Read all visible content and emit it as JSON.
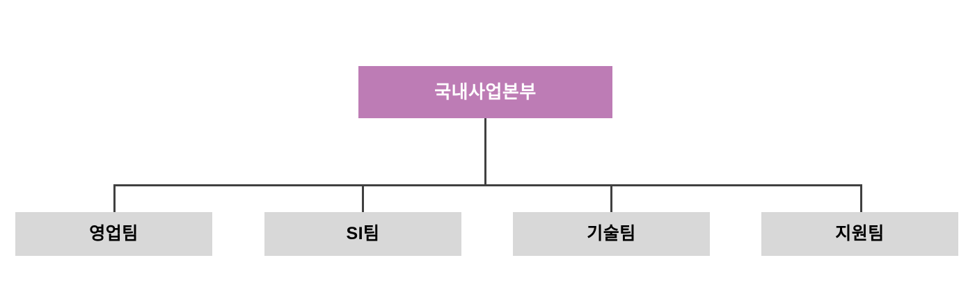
{
  "chart": {
    "type": "org-chart",
    "root": {
      "label": "국내사업본부",
      "fill_color": "#bd7cb5",
      "text_color": "#ffffff"
    },
    "children": [
      {
        "label": "영업팀",
        "fill_color": "#d8d8d8",
        "text_color": "#000000"
      },
      {
        "label": "SI팀",
        "fill_color": "#d8d8d8",
        "text_color": "#000000"
      },
      {
        "label": "기술팀",
        "fill_color": "#d8d8d8",
        "text_color": "#000000"
      },
      {
        "label": "지원팀",
        "fill_color": "#d8d8d8",
        "text_color": "#000000"
      }
    ],
    "connector_color": "#404040",
    "background_color": "#ffffff"
  }
}
